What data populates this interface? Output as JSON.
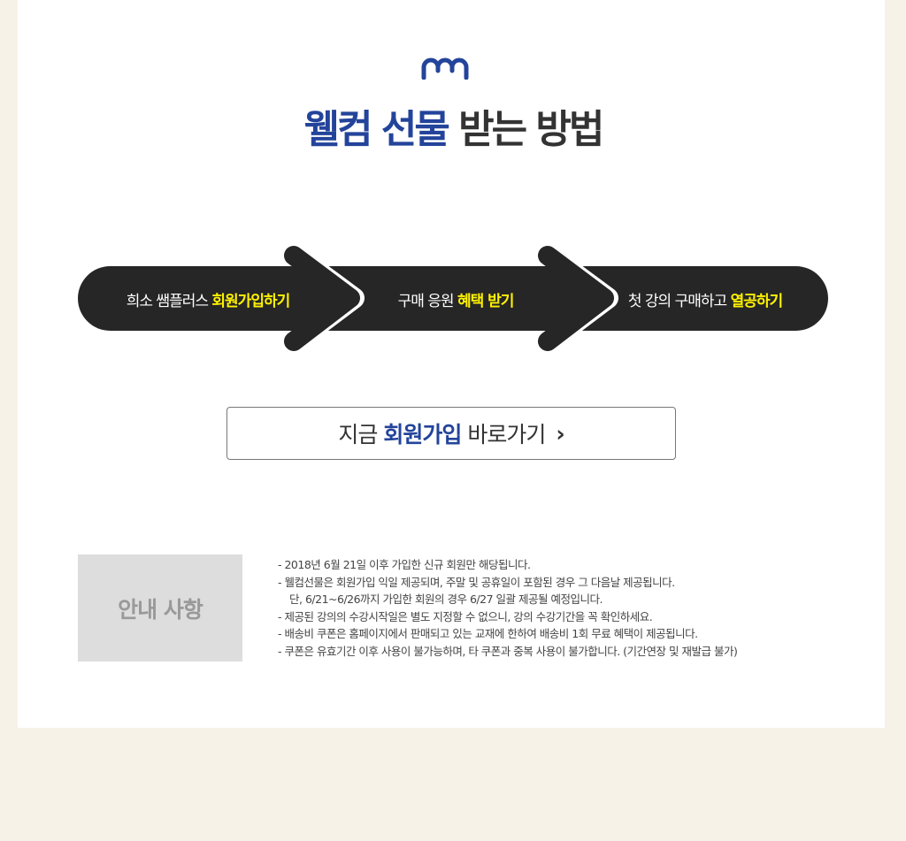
{
  "colors": {
    "brand": "#23449a",
    "highlight": "#fff200",
    "bar": "#262626",
    "background": "#f6f2e8"
  },
  "title": {
    "highlight": "웰컴 선물",
    "rest": "받는 방법"
  },
  "steps": [
    {
      "text": "희소 쌤플러스 ",
      "highlight": "회원가입하기"
    },
    {
      "text": "구매 응원 ",
      "highlight": "혜택 받기"
    },
    {
      "text": "첫 강의 구매하고 ",
      "highlight": "열공하기"
    }
  ],
  "join_button": {
    "pre": "지금",
    "highlight": "회원가입",
    "post": "바로가기",
    "icon": "chevron-right-icon"
  },
  "notice": {
    "label": "안내 사항",
    "items": [
      "- 2018년 6월 21일 이후 가입한 신규 회원만 해당됩니다.",
      "- 웰컴선물은 회원가입 익일 제공되며, 주말 및 공휴일이 포함된 경우 그 다음날 제공됩니다.",
      "단, 6/21~6/26까지 가입한 회원의 경우 6/27 일괄 제공될 예정입니다.",
      "- 제공된 강의의 수강시작일은 별도 지정할 수 없으니, 강의 수강기간을 꼭 확인하세요.",
      "- 배송비 쿠폰은 홈페이지에서 판매되고 있는 교재에 한하여 배송비 1회 무료 혜택이 제공됩니다.",
      "- 쿠폰은 유효기간 이후 사용이 불가능하며, 타 쿠폰과 중복 사용이 불가합니다. (기간연장 및 재발급 불가)"
    ]
  }
}
